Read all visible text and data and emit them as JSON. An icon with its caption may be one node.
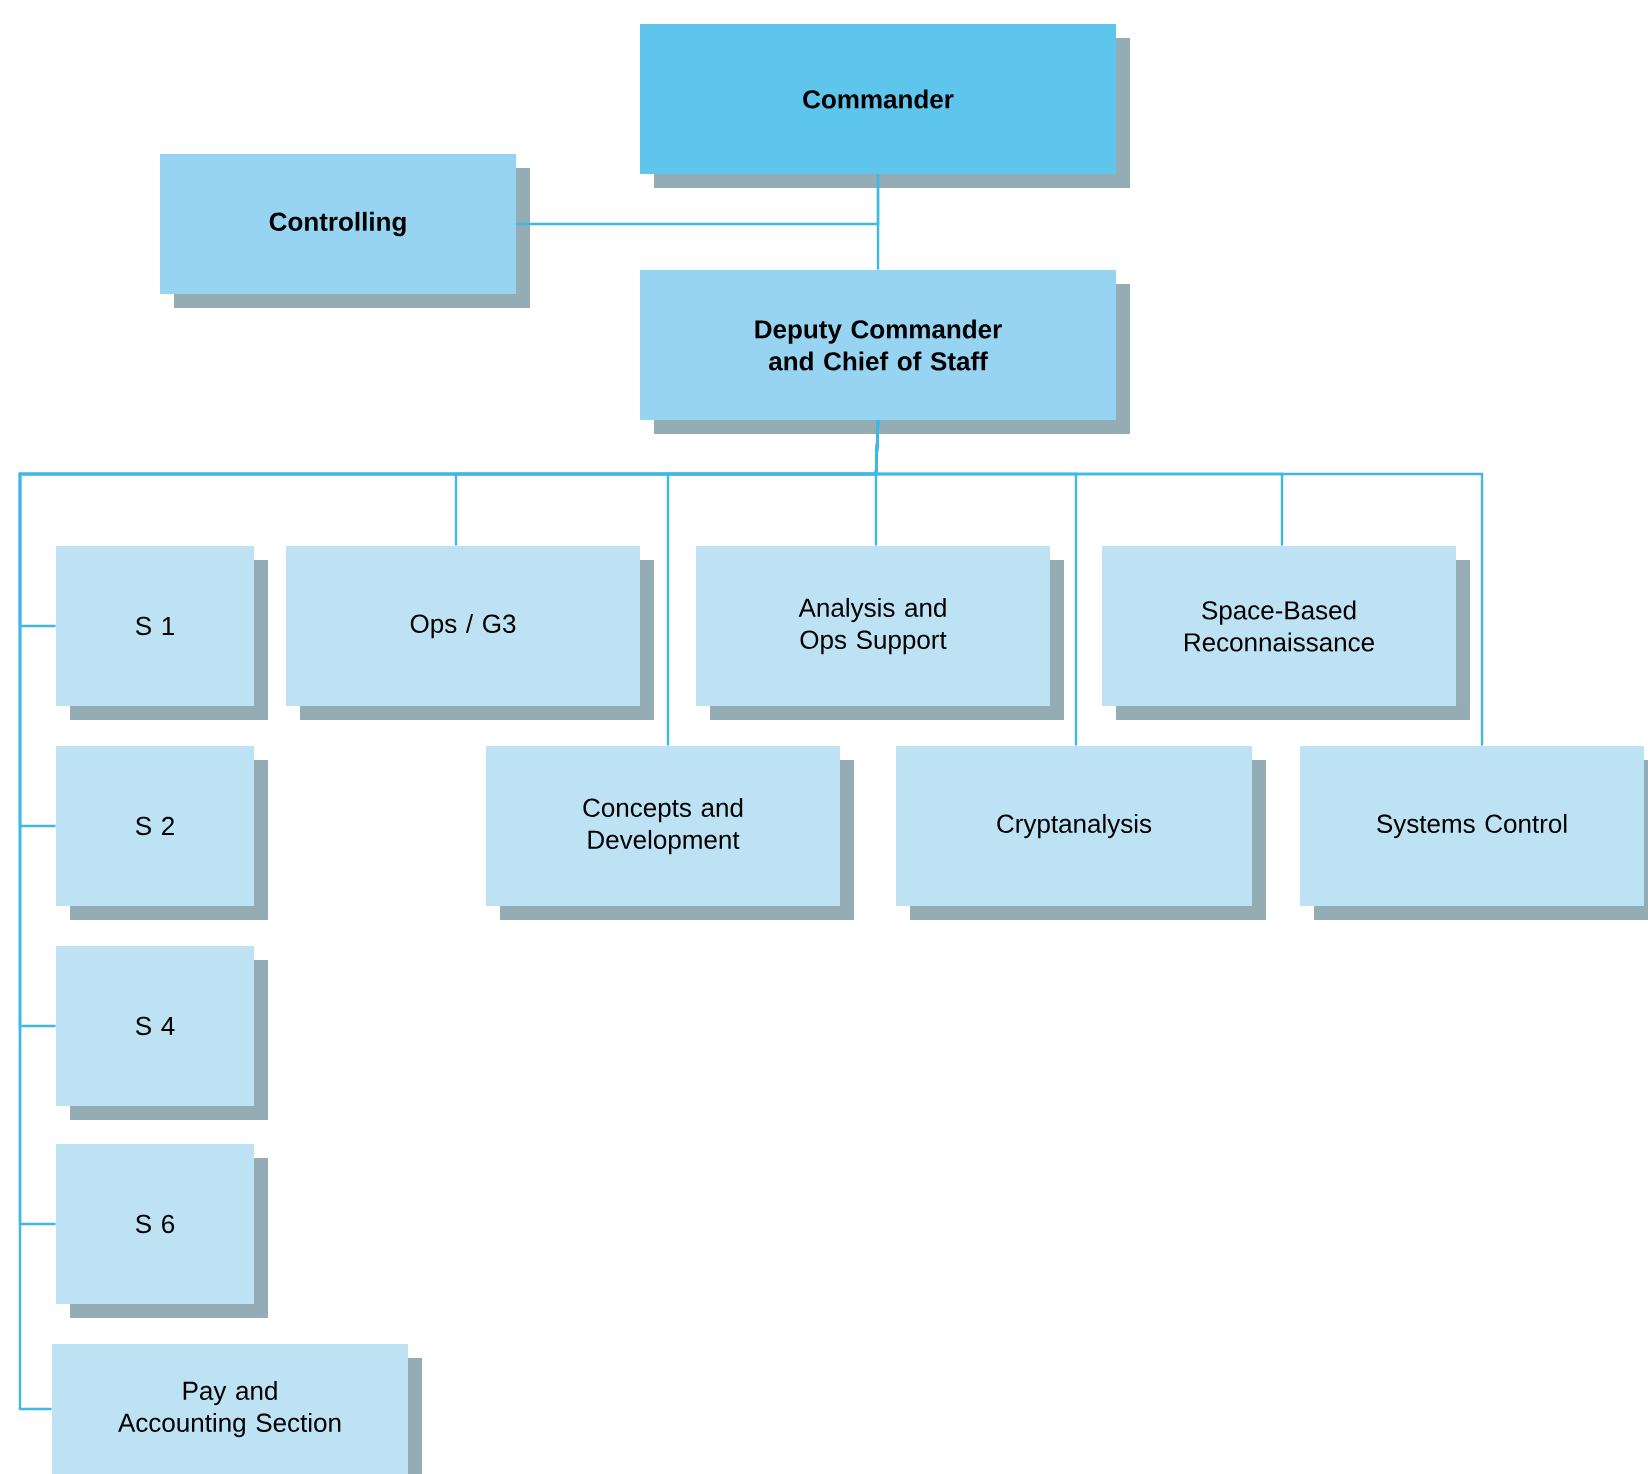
{
  "diagram": {
    "nodes": [
      {
        "text": [
          "Commander"
        ]
      },
      {
        "text": [
          "Controlling"
        ]
      },
      {
        "text": [
          "Deputy Commander and Chief of Staff"
        ]
      },
      {
        "text": [
          "S 1"
        ]
      },
      {
        "text": [
          "Ops / G3"
        ]
      },
      {
        "text": [
          "Analysis and Ops Support"
        ]
      },
      {
        "text": [
          "Space-Based Reconnaissance"
        ]
      },
      {
        "text": [
          "S 2"
        ]
      },
      {
        "text": [
          "Concepts and Development"
        ]
      },
      {
        "text": [
          "Cryptanalysis"
        ]
      },
      {
        "text": [
          "Systems Control"
        ]
      },
      {
        "text": [
          "S 4"
        ]
      },
      {
        "text": [
          "S 6"
        ]
      },
      {
        "text": [
          "Pay and Accounting Section"
        ]
      }
    ],
    "edges": [
      {
        "from": 0,
        "to": 2,
        "arrow": "none"
      },
      {
        "from": 1,
        "to": 0,
        "arrow": "none"
      },
      {
        "from": 2,
        "to": 3,
        "arrow": "none"
      },
      {
        "from": 2,
        "to": 4,
        "arrow": "none"
      },
      {
        "from": 2,
        "to": 5,
        "arrow": "none"
      },
      {
        "from": 2,
        "to": 6,
        "arrow": "none"
      },
      {
        "from": 2,
        "to": 7,
        "arrow": "none"
      },
      {
        "from": 2,
        "to": 8,
        "arrow": "none"
      },
      {
        "from": 2,
        "to": 9,
        "arrow": "none"
      },
      {
        "from": 2,
        "to": 10,
        "arrow": "none"
      },
      {
        "from": 2,
        "to": 11,
        "arrow": "none"
      },
      {
        "from": 2,
        "to": 12,
        "arrow": "none"
      },
      {
        "from": 2,
        "to": 13,
        "arrow": "none"
      }
    ]
  }
}
